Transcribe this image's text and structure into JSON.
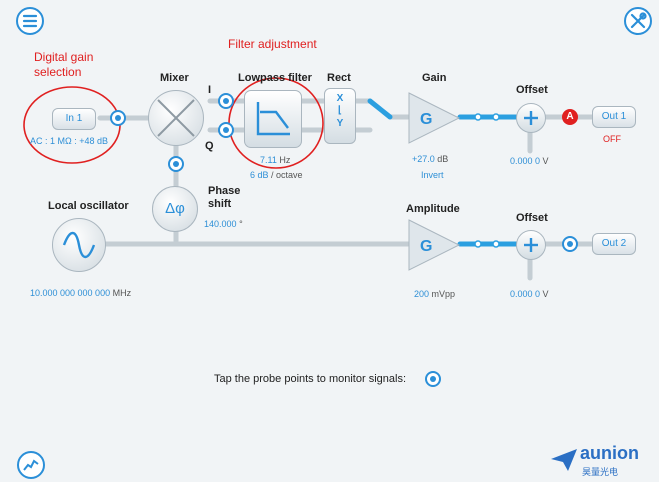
{
  "annotations": {
    "gain_selection": "Digital gain\nselection",
    "filter_adjustment": "Filter adjustment"
  },
  "icons": {
    "menu": "menu-icon",
    "tools": "tools-icon",
    "chart": "chart-icon"
  },
  "colors": {
    "accent": "#2b8fd8",
    "red": "#e02020",
    "bg": "#f1f4f6"
  },
  "input": {
    "label": "In 1",
    "settings": "AC : 1 MΩ : +48 dB"
  },
  "mixer": {
    "label": "Mixer",
    "i_label": "I",
    "q_label": "Q"
  },
  "lowpass": {
    "label": "Lowpass filter",
    "freq_value": "7.11",
    "freq_unit": "Hz",
    "slope_value": "6 dB",
    "slope_unit": "/ octave"
  },
  "rect": {
    "label": "Rect",
    "x": "X",
    "y": "Y"
  },
  "gain": {
    "label": "Gain",
    "symbol": "G",
    "value": "+27.0",
    "unit": "dB",
    "invert": "Invert"
  },
  "offset1": {
    "label": "Offset",
    "value": "0.000 0",
    "unit": "V"
  },
  "out1": {
    "badge": "A",
    "label": "Out 1",
    "status": "OFF"
  },
  "phase": {
    "label": "Phase\nshift",
    "symbol": "Δφ",
    "value": "140.000",
    "unit": "°"
  },
  "oscillator": {
    "label": "Local oscillator",
    "value": "10.000 000 000 000",
    "unit": "MHz"
  },
  "amplitude": {
    "label": "Amplitude",
    "symbol": "G",
    "value": "200",
    "unit": "mVpp"
  },
  "offset2": {
    "label": "Offset",
    "value": "0.000 0",
    "unit": "V"
  },
  "out2": {
    "label": "Out 2"
  },
  "hint": {
    "text": "Tap the probe points to monitor signals:"
  },
  "brand": {
    "name": "aunion",
    "sub": "昊量光电"
  }
}
